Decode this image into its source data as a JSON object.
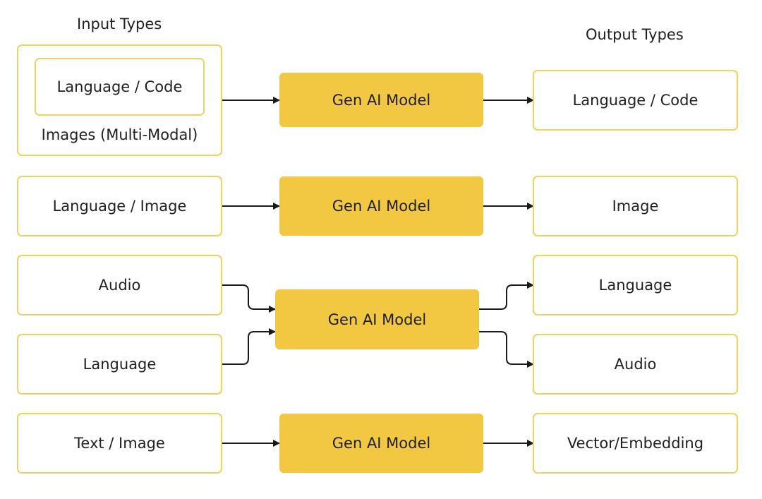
{
  "headings": {
    "input": "Input Types",
    "output": "Output Types"
  },
  "rows": [
    {
      "inputs": [
        "Language / Code"
      ],
      "input_caption": "Images (Multi-Modal)",
      "model": "Gen AI Model",
      "outputs": [
        "Language / Code"
      ]
    },
    {
      "inputs": [
        "Language / Image"
      ],
      "model": "Gen AI Model",
      "outputs": [
        "Image"
      ]
    },
    {
      "inputs": [
        "Audio",
        "Language"
      ],
      "model": "Gen AI Model",
      "outputs": [
        "Language",
        "Audio"
      ]
    },
    {
      "inputs": [
        "Text / Image"
      ],
      "model": "Gen AI Model",
      "outputs": [
        "Vector/Embedding"
      ]
    }
  ],
  "colors": {
    "box_border": "#f1d25d",
    "model_fill": "#f2c842",
    "arrow": "#1a1a1a"
  }
}
